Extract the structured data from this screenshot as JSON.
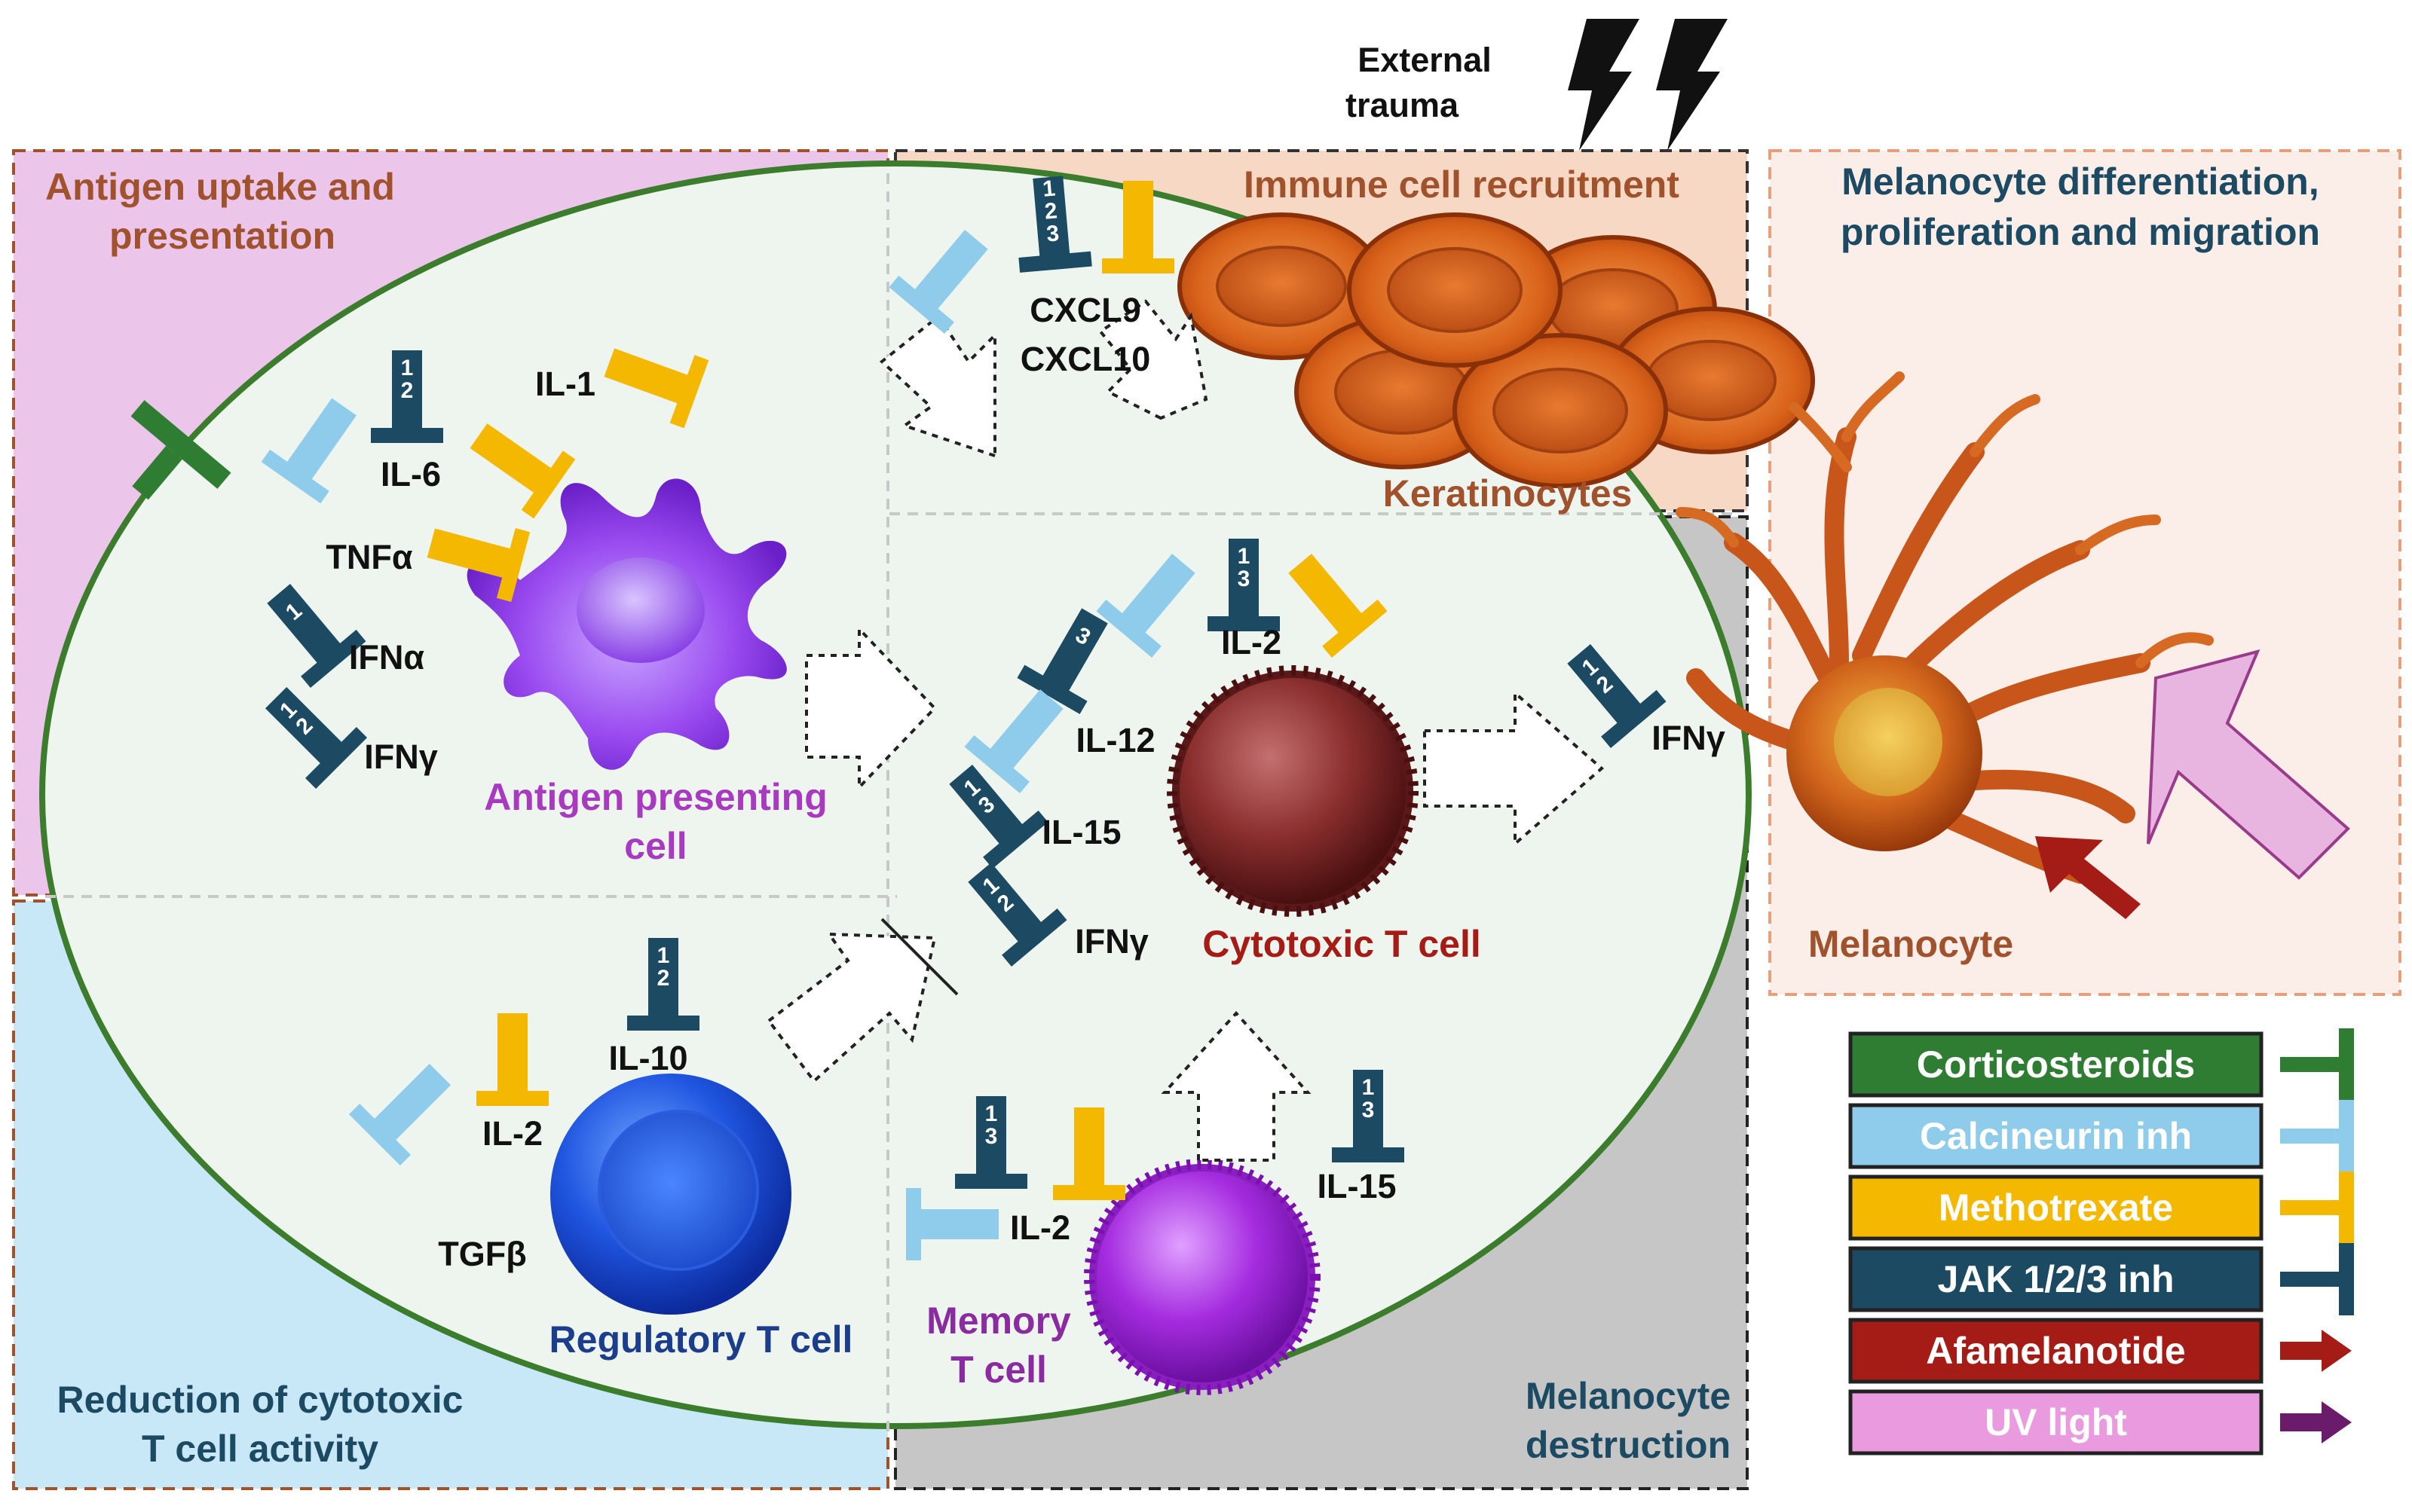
{
  "trigger": {
    "label_line1": "External",
    "label_line2": "trauma"
  },
  "panels": {
    "antigen": {
      "line1": "Antigen uptake and",
      "line2": "presentation"
    },
    "immune": {
      "line1": "Immune cell recruitment"
    },
    "melanocyte_diff": {
      "line1": "Melanocyte differentiation,",
      "line2": "proliferation and migration"
    },
    "reduction": {
      "line1": "Reduction of cytotoxic",
      "line2": "T cell activity"
    },
    "destruction": {
      "line1": "Melanocyte",
      "line2": "destruction"
    }
  },
  "cells": {
    "apc": {
      "line1": "Antigen presenting",
      "line2": "cell"
    },
    "keratinocytes": {
      "label": "Keratinocytes"
    },
    "cytotoxic": {
      "label": "Cytotoxic T cell"
    },
    "regulatory": {
      "label": "Regulatory T cell"
    },
    "memory": {
      "line1": "Memory",
      "line2": "T cell"
    },
    "melanocyte": {
      "label": "Melanocyte"
    }
  },
  "cytokines": {
    "il1": "IL-1",
    "il6": "IL-6",
    "tnfa": "TNFα",
    "ifna": "IFNα",
    "ifng_apc": "IFNγ",
    "cxcl9": "CXCL9",
    "cxcl10": "CXCL10",
    "il2_ctl": "IL-2",
    "il12": "IL-12",
    "il15_ctl": "IL-15",
    "ifng_ctl": "IFNγ",
    "ifng_out": "IFNγ",
    "il10": "IL-10",
    "il2_treg": "IL-2",
    "tgfb": "TGFβ",
    "il2_mem": "IL-2",
    "il15_mem": "IL-15"
  },
  "jak_numbers": {
    "cxcl": [
      "1",
      "2",
      "3"
    ],
    "il6": [
      "1",
      "2"
    ],
    "ifna": [
      "1"
    ],
    "ifng_apc": [
      "1",
      "2"
    ],
    "il2_ctl": [
      "1",
      "3"
    ],
    "il12": [
      "3"
    ],
    "il15_ctl": [
      "1",
      "3"
    ],
    "ifng_ctl": [
      "1",
      "2"
    ],
    "ifng_out": [
      "1",
      "2"
    ],
    "il10": [
      "1",
      "2"
    ],
    "il2_mem": [
      "1",
      "3"
    ],
    "il15_mem": [
      "1",
      "3"
    ]
  },
  "legend": [
    {
      "label": "Corticosteroids",
      "color": "#2e7d32",
      "icon": "inhibitor"
    },
    {
      "label": "Calcineurin inh",
      "color": "#8fcbea",
      "icon": "inhibitor"
    },
    {
      "label": "Methotrexate",
      "color": "#f5b800",
      "icon": "inhibitor"
    },
    {
      "label": "JAK 1/2/3 inh",
      "color": "#1c4a63",
      "icon": "inhibitor"
    },
    {
      "label": "Afamelanotide",
      "color": "#a51c17",
      "icon": "arrow"
    },
    {
      "label": "UV light",
      "color": "#ea9be0",
      "icon": "arrow"
    }
  ],
  "colors": {
    "corticosteroid": "#2e7d32",
    "calcineurin": "#8fcbea",
    "methotrexate": "#f5b800",
    "jak": "#1c4a63",
    "afamelanotide": "#a51c17",
    "uv": "#ea9be0",
    "uv_arrow_large": "#e8b4e0",
    "uv_legend_arrow": "#6a1b6a",
    "antigen_panel": "#ecc6ea",
    "immune_panel": "#f7d8c4",
    "melanocyte_panel": "#fbeee8",
    "reduction_panel": "#c8e8f8",
    "destruction_panel": "#c6c6c6",
    "ellipse_fill": "#eef5ef",
    "ellipse_stroke": "#3b7d2c"
  }
}
